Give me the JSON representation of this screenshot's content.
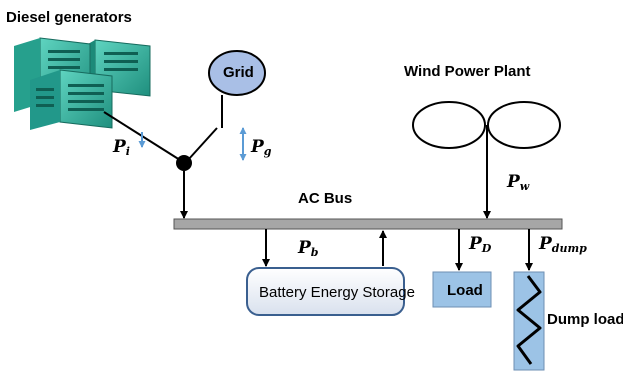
{
  "labels": {
    "diesel_generators": "Diesel generators",
    "grid": "Grid",
    "wind_power_plant": "Wind Power Plant",
    "ac_bus": "AC Bus",
    "battery_energy_storage": "Battery Energy Storage",
    "load": "Load",
    "dump_load": "Dump load"
  },
  "symbols": {
    "p_i": {
      "main": "P",
      "sub": "i"
    },
    "p_g": {
      "main": "P",
      "sub": "g"
    },
    "p_w": {
      "main": "P",
      "sub": "w"
    },
    "p_b": {
      "main": "P",
      "sub": "b"
    },
    "p_d": {
      "main": "P",
      "sub": "D"
    },
    "p_dump": {
      "main": "P",
      "sub": "dump"
    }
  },
  "colors": {
    "bus_fill": "#a6a6a6",
    "grid_fill": "#a9bfe6",
    "load_fill": "#9cc3e6",
    "battery_fill": "#e8ecf3",
    "battery_border": "#3a5f8f",
    "generator_body": "#2fb5a0",
    "small_arrow": "#5b9bd5"
  }
}
